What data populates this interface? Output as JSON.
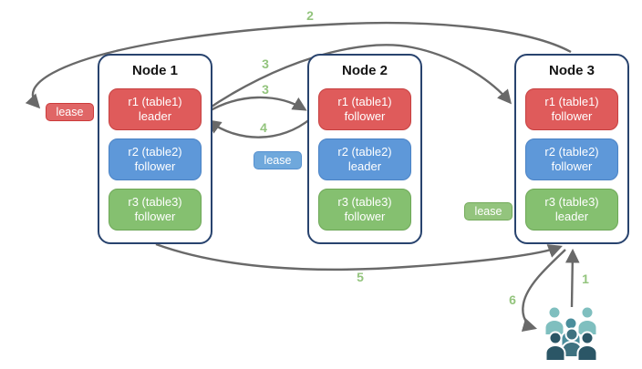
{
  "nodes": [
    {
      "title": "Node 1",
      "replicas": [
        {
          "name": "r1 (table1)",
          "role": "leader"
        },
        {
          "name": "r2 (table2)",
          "role": "follower"
        },
        {
          "name": "r3 (table3)",
          "role": "follower"
        }
      ]
    },
    {
      "title": "Node 2",
      "replicas": [
        {
          "name": "r1 (table1)",
          "role": "follower"
        },
        {
          "name": "r2 (table2)",
          "role": "leader"
        },
        {
          "name": "r3 (table3)",
          "role": "follower"
        }
      ]
    },
    {
      "title": "Node 3",
      "replicas": [
        {
          "name": "r1 (table1)",
          "role": "follower"
        },
        {
          "name": "r2 (table2)",
          "role": "follower"
        },
        {
          "name": "r3 (table3)",
          "role": "leader"
        }
      ]
    }
  ],
  "leases": [
    {
      "label": "lease",
      "color": "#e06666",
      "attached_to": "node1-r1-table1"
    },
    {
      "label": "lease",
      "color": "#6fa8dc",
      "attached_to": "node2-r2-table2"
    },
    {
      "label": "lease",
      "color": "#93c47d",
      "attached_to": "node3-r3-table3"
    }
  ],
  "step_numbers": {
    "s1": "1",
    "s2": "2",
    "s3a": "3",
    "s3b": "3",
    "s4": "4",
    "s5": "5",
    "s6": "6"
  },
  "colors": {
    "replica_red": "#df5b5b",
    "replica_blue": "#5e98d9",
    "replica_green": "#85c070",
    "node_border": "#28436e",
    "arrow": "#696969",
    "step_label": "#93c47d",
    "users_light_teal": "#7fbfbf",
    "users_mid_teal": "#4a8e9c",
    "users_slate": "#3e7280",
    "users_dark": "#2b5666"
  }
}
